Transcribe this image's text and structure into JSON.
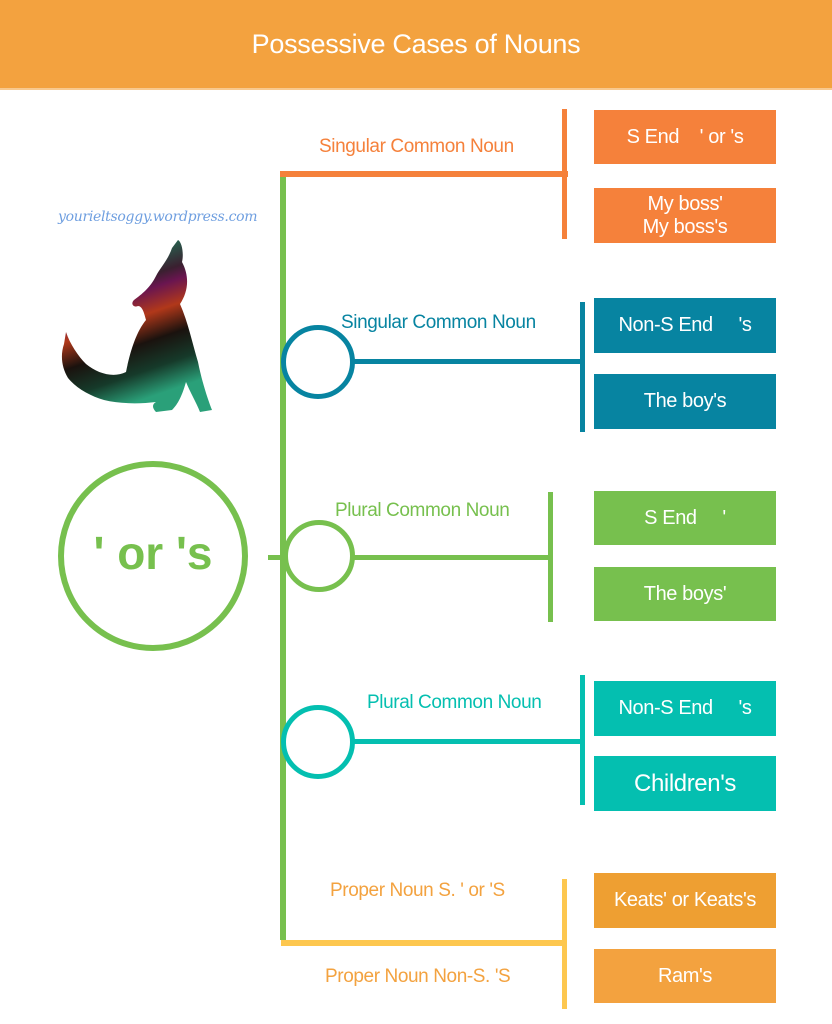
{
  "header": {
    "title": "Possessive Cases of Nouns",
    "color": "#f3a23f"
  },
  "watermark": "yourieltsoggy.wordpress.com",
  "illustration": "howling-wolf-silhouette",
  "root": {
    "label": "' or 's",
    "color": "#77c04e"
  },
  "branches": [
    {
      "label": "Singular Common Noun",
      "color": "#f5813b",
      "boxes": [
        "S End    ' or 's",
        "My boss'\nMy boss's"
      ]
    },
    {
      "label": "Singular Common Noun",
      "color": "#0784a1",
      "boxes": [
        "Non-S End     's",
        "The boy's"
      ]
    },
    {
      "label": "Plural Common Noun",
      "color": "#77c04e",
      "boxes": [
        "S End     '",
        "The boys'"
      ]
    },
    {
      "label": "Plural Common Noun",
      "color": "#04bfb0",
      "boxes": [
        "Non-S End     's",
        "Children's"
      ]
    },
    {
      "labels": [
        "Proper Noun S.    ' or 'S",
        "Proper Noun Non-S.    'S"
      ],
      "color": "#fdc74f",
      "label_color": "#f3a23f",
      "box_colors": [
        "#ee9f32",
        "#f3a23f"
      ],
      "boxes": [
        "Keats' or Keats's",
        "Ram's"
      ]
    }
  ]
}
